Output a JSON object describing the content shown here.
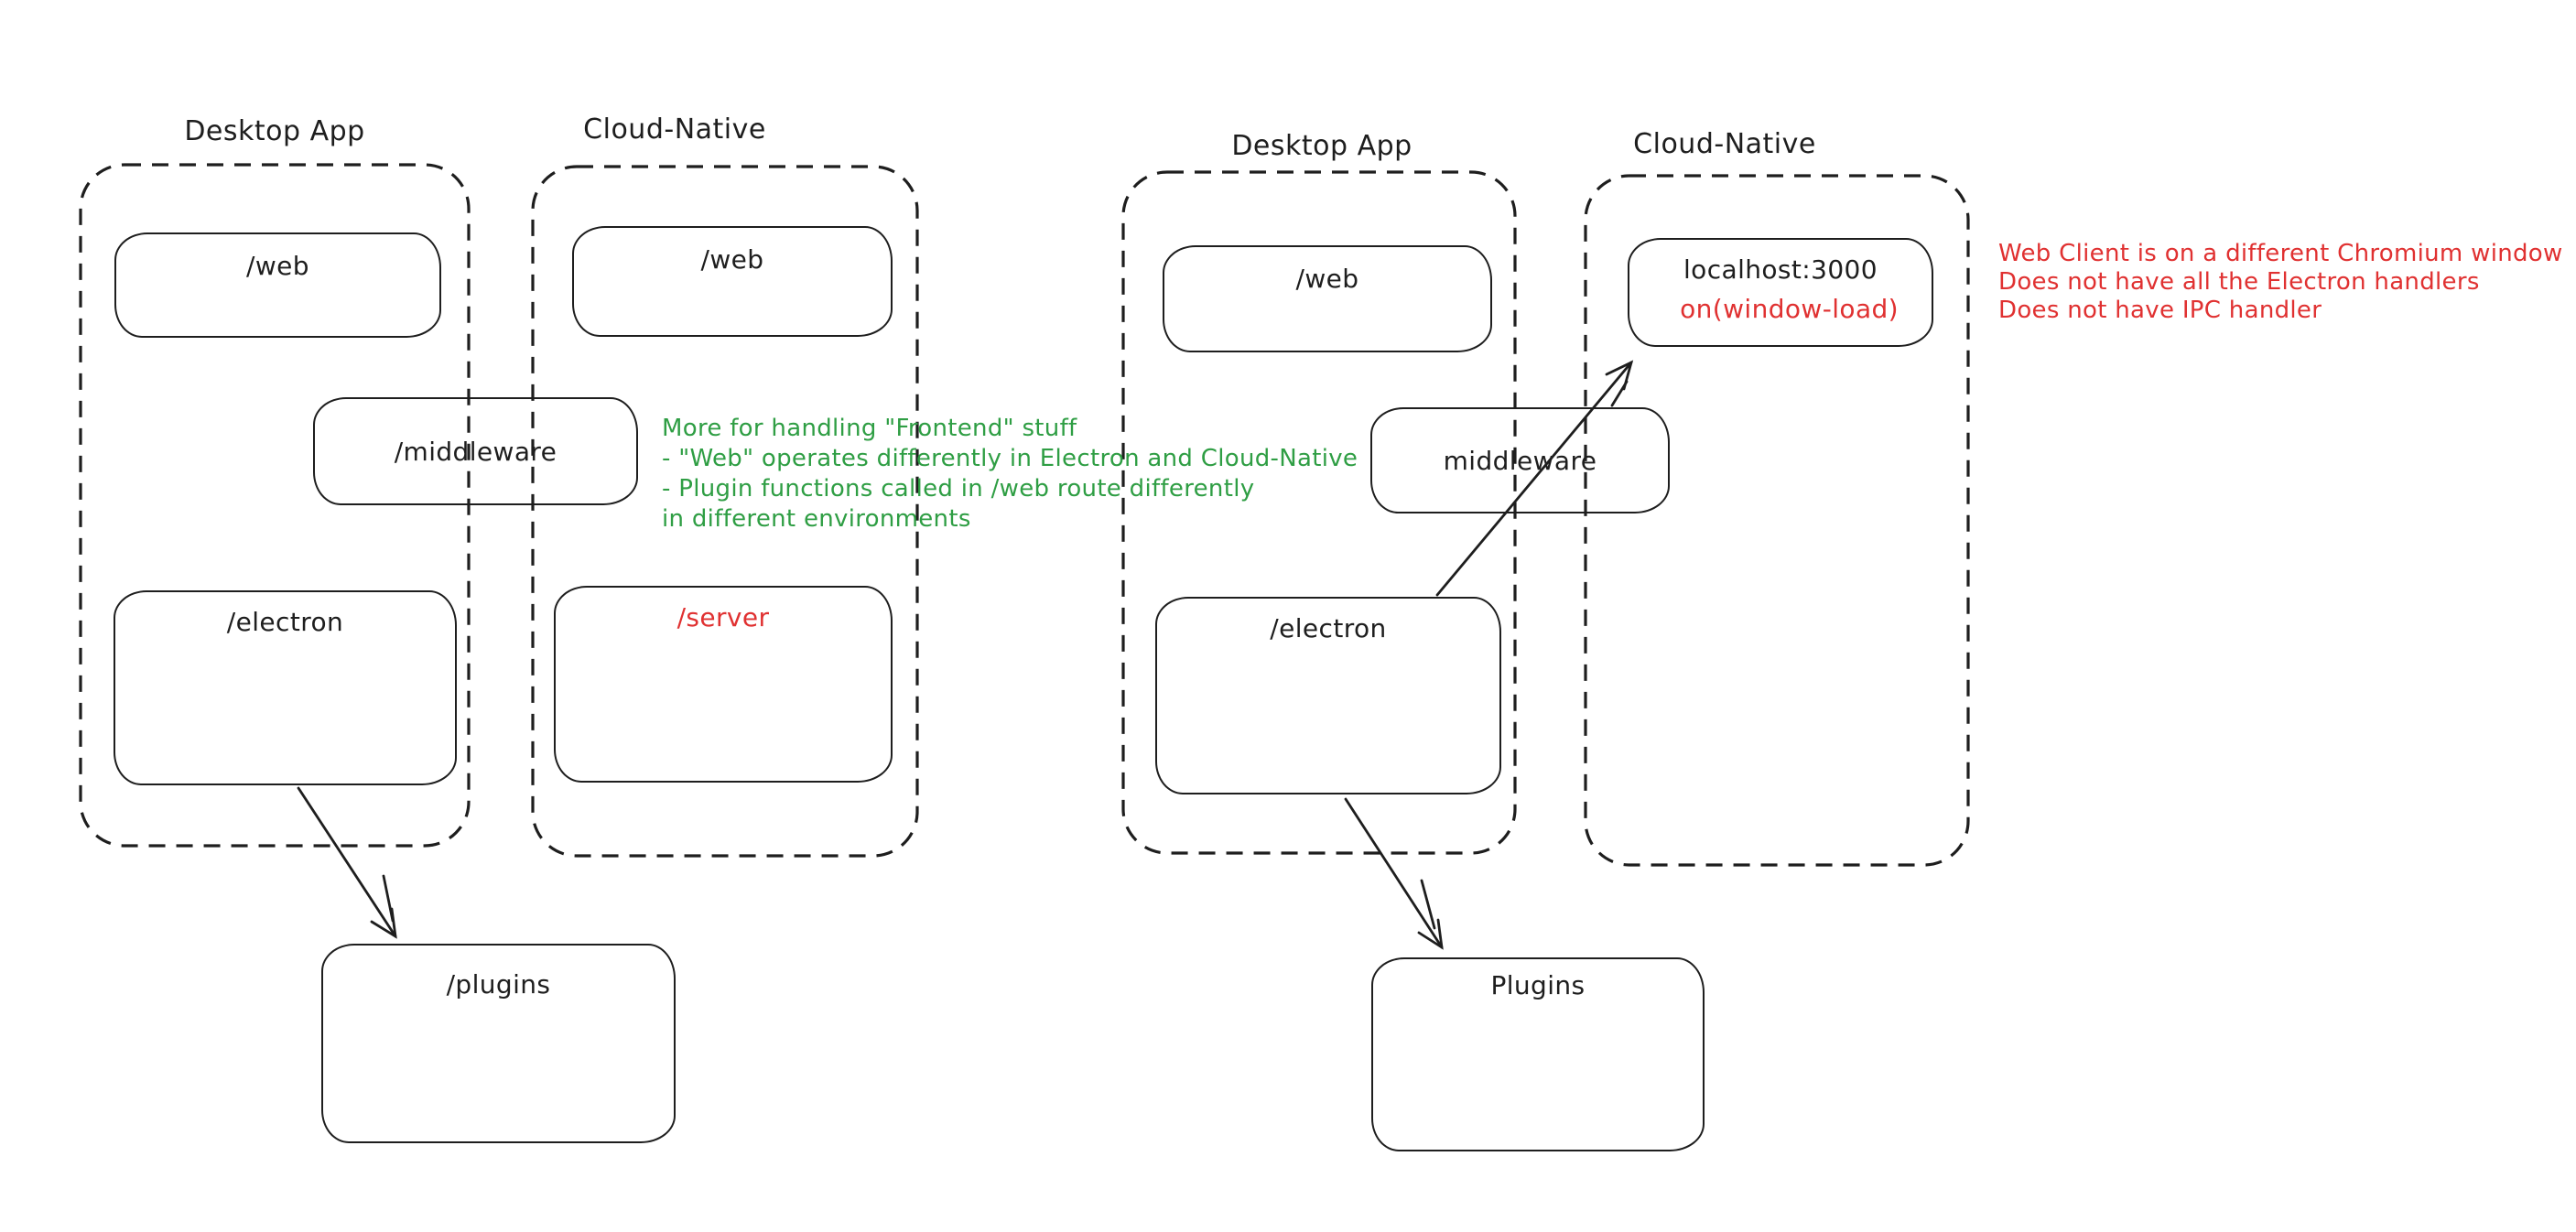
{
  "canvas": {
    "background": "#ffffff",
    "ink_color": "#1e1e1e",
    "red_accent": "#e03131",
    "green_accent": "#2f9e44"
  },
  "left_diagram": {
    "desktop_group_label": "Desktop App",
    "cloud_group_label": "Cloud-Native",
    "web_desktop_box": "/web",
    "web_cloud_box": "/web",
    "middleware_box": "/middleware",
    "electron_box": "/electron",
    "server_box": "/server",
    "plugins_box": "/plugins",
    "green_note_lines": [
      "More for handling \"Frontend\" stuff",
      "- \"Web\" operates differently in Electron and Cloud-Native",
      "- Plugin functions called in /web route differently",
      "in different environments"
    ]
  },
  "right_diagram": {
    "desktop_group_label": "Desktop App",
    "cloud_group_label": "Cloud-Native",
    "web_box": "/web",
    "localhost_box": "localhost:3000",
    "window_load_label": "on(window-load)",
    "middleware_box": "middleware",
    "electron_box": "/electron",
    "plugins_box": "Plugins",
    "red_note_lines": [
      "Web Client is on a different Chromium window",
      "Does not have all the Electron handlers",
      "Does not have IPC handler"
    ]
  }
}
